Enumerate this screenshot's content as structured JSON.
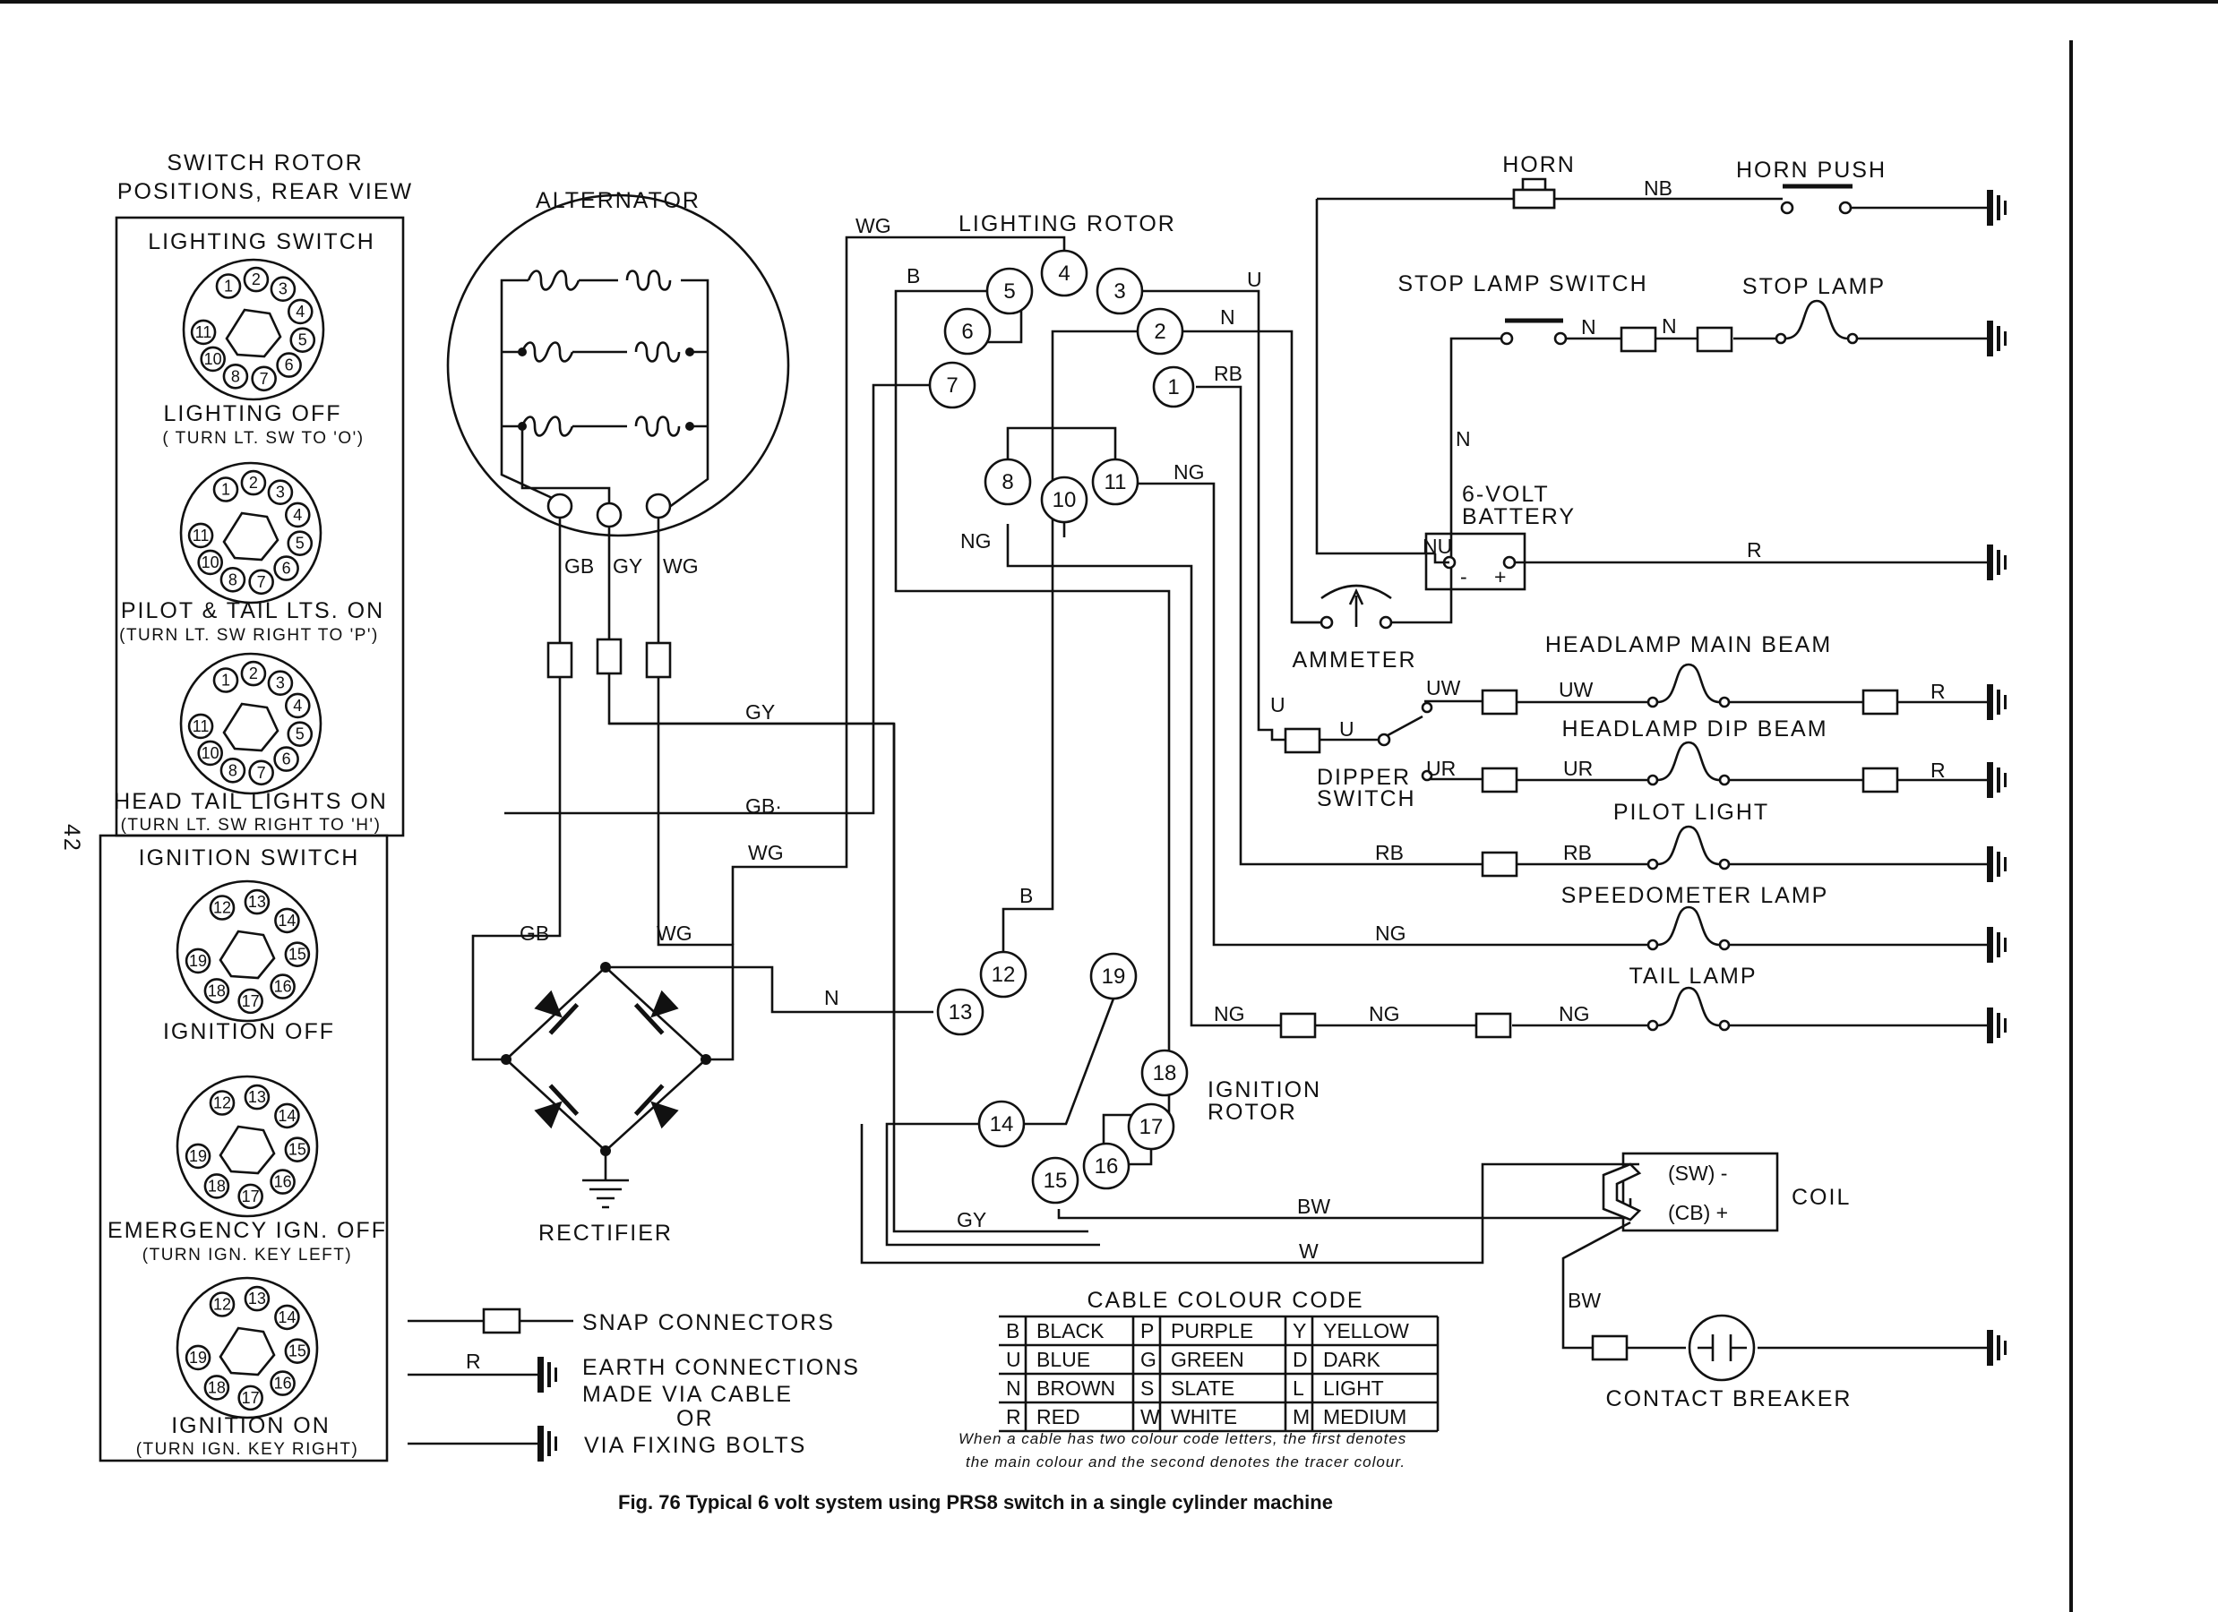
{
  "page_number": "42",
  "caption": "Fig. 76   Typical 6 volt system using PRS8 switch in a single cylinder machine",
  "switch_panel": {
    "title_line1": "SWITCH ROTOR",
    "title_line2": "POSITIONS, REAR VIEW",
    "lighting_switch_title": "LIGHTING SWITCH",
    "ignition_switch_title": "IGNITION SWITCH",
    "lighting_positions": [
      {
        "label": "LIGHTING OFF",
        "note": "( TURN LT. SW TO 'O')"
      },
      {
        "label": "PILOT & TAIL LTS. ON",
        "note": "(TURN LT. SW RIGHT TO 'P')"
      },
      {
        "label": "HEAD TAIL LIGHTS ON",
        "note": "(TURN LT. SW RIGHT TO 'H')"
      }
    ],
    "ignition_positions": [
      {
        "label": "IGNITION OFF",
        "note": ""
      },
      {
        "label": "EMERGENCY IGN. OFF",
        "note": "(TURN IGN. KEY LEFT)"
      },
      {
        "label": "IGNITION ON",
        "note": "(TURN IGN. KEY RIGHT)"
      }
    ],
    "lighting_terminals": [
      "1",
      "2",
      "3",
      "4",
      "5",
      "6",
      "7",
      "8",
      "10",
      "11"
    ],
    "ignition_terminals": [
      "12",
      "13",
      "14",
      "15",
      "16",
      "17",
      "18",
      "19"
    ]
  },
  "components": {
    "alternator": "ALTERNATOR",
    "rectifier": "RECTIFIER",
    "lighting_rotor": "LIGHTING ROTOR",
    "ignition_rotor_line1": "IGNITION",
    "ignition_rotor_line2": "ROTOR",
    "horn": "HORN",
    "horn_push": "HORN PUSH",
    "stop_lamp_switch": "STOP LAMP SWITCH",
    "stop_lamp": "STOP LAMP",
    "battery_line1": "6-VOLT",
    "battery_line2": "BATTERY",
    "ammeter": "AMMETER",
    "headlamp_main_beam": "HEADLAMP MAIN BEAM",
    "headlamp_dip_beam": "HEADLAMP DIP BEAM",
    "dipper_switch_line1": "DIPPER",
    "dipper_switch_line2": "SWITCH",
    "pilot_light": "PILOT LIGHT",
    "speedometer_lamp": "SPEEDOMETER LAMP",
    "tail_lamp": "TAIL LAMP",
    "coil": "COIL",
    "coil_sw": "(SW) -",
    "coil_cb": "(CB) +",
    "contact_breaker": "CONTACT BREAKER"
  },
  "lighting_rotor_terminals": [
    "1",
    "2",
    "3",
    "4",
    "5",
    "6",
    "7",
    "8",
    "10",
    "11"
  ],
  "ignition_rotor_terminals": [
    "12",
    "13",
    "14",
    "15",
    "16",
    "17",
    "18",
    "19"
  ],
  "wire_labels": {
    "WG": "WG",
    "GB": "GB",
    "GY": "GY",
    "B": "B",
    "N": "N",
    "U": "U",
    "RB": "RB",
    "NG": "NG",
    "NB": "NB",
    "NU": "NU",
    "R": "R",
    "UW": "UW",
    "UR": "UR",
    "BW": "BW",
    "W": "W",
    "GB_dot": "GB·"
  },
  "legend": {
    "snap_connectors": "SNAP CONNECTORS",
    "earth_line1": "EARTH  CONNECTIONS",
    "earth_line2": "MADE  VIA  CABLE",
    "earth_line3": "OR",
    "earth_line4": "VIA  FIXING  BOLTS",
    "earth_wire": "R"
  },
  "cable_colour_code": {
    "title": "CABLE  COLOUR  CODE",
    "rows": [
      [
        [
          "B",
          "BLACK"
        ],
        [
          "P",
          "PURPLE"
        ],
        [
          "Y",
          "YELLOW"
        ]
      ],
      [
        [
          "U",
          "BLUE"
        ],
        [
          "G",
          "GREEN"
        ],
        [
          "D",
          "DARK"
        ]
      ],
      [
        [
          "N",
          "BROWN"
        ],
        [
          "S",
          "SLATE"
        ],
        [
          "L",
          "LIGHT"
        ]
      ],
      [
        [
          "R",
          "RED"
        ],
        [
          "W",
          "WHITE"
        ],
        [
          "M",
          "MEDIUM"
        ]
      ]
    ],
    "note_line1": "When a cable has two colour code letters, the first denotes",
    "note_line2": "the main colour and the second denotes the tracer colour."
  }
}
